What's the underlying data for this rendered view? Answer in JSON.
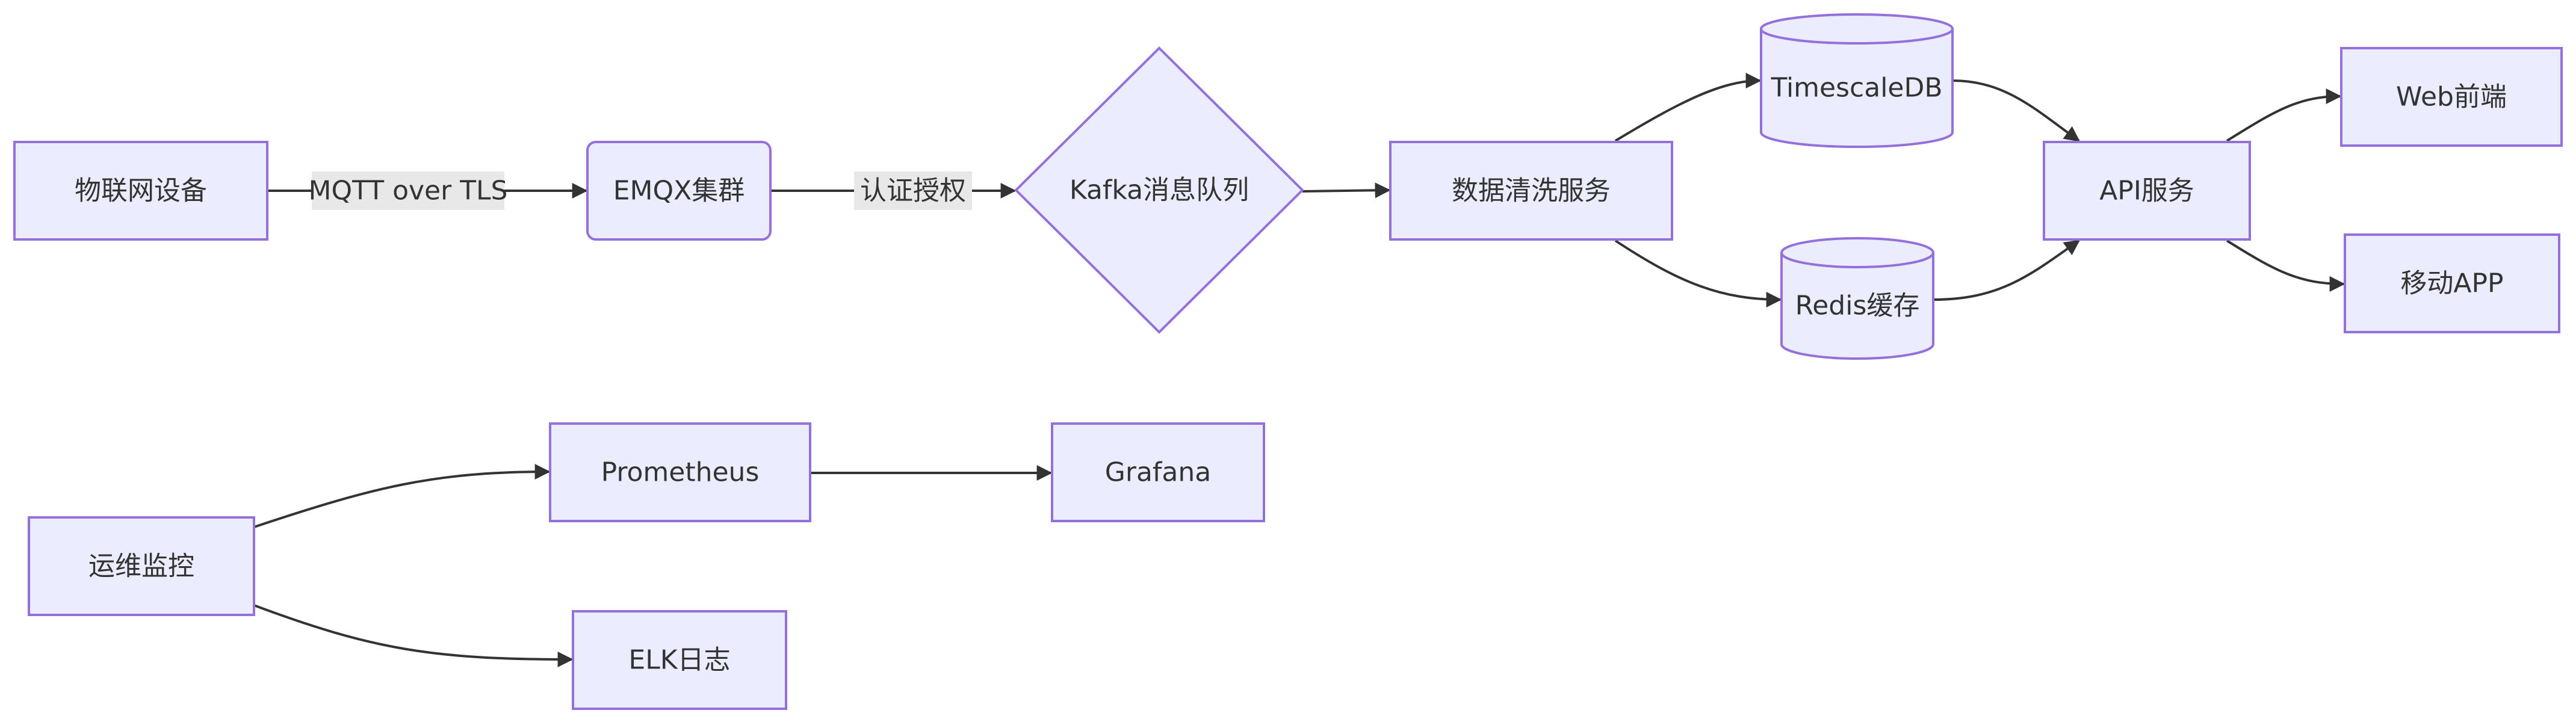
{
  "colors": {
    "node_fill": "#ECECFF",
    "node_stroke": "#9370DB",
    "edge": "#333333",
    "edge_label_bg": "#e8e8e8",
    "text": "#333333"
  },
  "nodes": [
    {
      "id": "iot",
      "label": "物联网设备",
      "shape": "rect"
    },
    {
      "id": "emqx",
      "label": "EMQX集群",
      "shape": "round-rect"
    },
    {
      "id": "kafka",
      "label": "Kafka消息队列",
      "shape": "diamond"
    },
    {
      "id": "clean",
      "label": "数据清洗服务",
      "shape": "rect"
    },
    {
      "id": "timescale",
      "label": "TimescaleDB",
      "shape": "cylinder"
    },
    {
      "id": "redis",
      "label": "Redis缓存",
      "shape": "cylinder"
    },
    {
      "id": "api",
      "label": "API服务",
      "shape": "rect"
    },
    {
      "id": "web",
      "label": "Web前端",
      "shape": "rect"
    },
    {
      "id": "app",
      "label": "移动APP",
      "shape": "rect"
    },
    {
      "id": "ops",
      "label": "运维监控",
      "shape": "rect"
    },
    {
      "id": "prom",
      "label": "Prometheus",
      "shape": "rect"
    },
    {
      "id": "grafana",
      "label": "Grafana",
      "shape": "rect"
    },
    {
      "id": "elk",
      "label": "ELK日志",
      "shape": "rect"
    }
  ],
  "edges": [
    {
      "from": "iot",
      "to": "emqx",
      "label": "MQTT over TLS"
    },
    {
      "from": "emqx",
      "to": "kafka",
      "label": "认证授权"
    },
    {
      "from": "kafka",
      "to": "clean",
      "label": ""
    },
    {
      "from": "clean",
      "to": "timescale",
      "label": ""
    },
    {
      "from": "clean",
      "to": "redis",
      "label": ""
    },
    {
      "from": "timescale",
      "to": "api",
      "label": ""
    },
    {
      "from": "redis",
      "to": "api",
      "label": ""
    },
    {
      "from": "api",
      "to": "web",
      "label": ""
    },
    {
      "from": "api",
      "to": "app",
      "label": ""
    },
    {
      "from": "ops",
      "to": "prom",
      "label": ""
    },
    {
      "from": "prom",
      "to": "grafana",
      "label": ""
    },
    {
      "from": "ops",
      "to": "elk",
      "label": ""
    }
  ]
}
